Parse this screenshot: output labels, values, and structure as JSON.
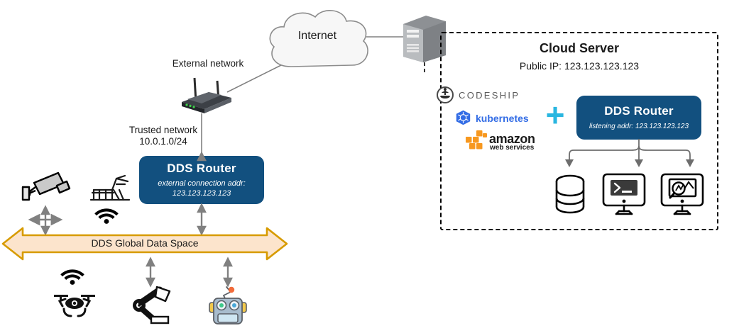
{
  "diagram": {
    "title": "DDS Router cloud connectivity architecture",
    "colors": {
      "router_blue": "#12507f",
      "arrow_orange_border": "#d79b00",
      "arrow_orange_fill": "#fce4cc",
      "plus_cyan": "#29b6e0",
      "line_gray": "#808080",
      "arrow_gray": "#808080"
    }
  },
  "internet": {
    "label": "Internet"
  },
  "labels": {
    "external_network": "External network",
    "trusted_network_line1": "Trusted network",
    "trusted_network_line2": "10.0.1.0/24"
  },
  "local_router": {
    "title": "DDS Router",
    "subtitle_line1": "external connection addr:",
    "subtitle_line2": "123.123.123.123"
  },
  "cloud_server": {
    "title": "Cloud Server",
    "public_ip": "Public IP: 123.123.123.123",
    "plus_symbol": "+",
    "stack": [
      {
        "name": "codeship-logo",
        "label": "CODESHIP"
      },
      {
        "name": "kubernetes-logo",
        "label": "kubernetes"
      },
      {
        "name": "aws-logo",
        "label_main": "amazon",
        "label_sub": "web services"
      }
    ],
    "router": {
      "title": "DDS Router",
      "subtitle": "listening addr: 123.123.123.123"
    },
    "consumers": [
      {
        "name": "database-icon",
        "label": ""
      },
      {
        "name": "terminal-monitor-icon",
        "label": ""
      },
      {
        "name": "analytics-monitor-icon",
        "label": ""
      }
    ]
  },
  "data_space": {
    "label": "DDS Global Data Space"
  },
  "devices": [
    {
      "name": "security-camera-icon",
      "label": ""
    },
    {
      "name": "industrial-machine-icon",
      "label": ""
    },
    {
      "name": "wifi-icon",
      "label": ""
    },
    {
      "name": "drone-icon",
      "label": ""
    },
    {
      "name": "robot-arm-icon",
      "label": ""
    },
    {
      "name": "robot-icon",
      "label": ""
    }
  ],
  "nodes": {
    "wireless_router": "wireless-router-icon",
    "server_tower": "server-tower-icon"
  }
}
